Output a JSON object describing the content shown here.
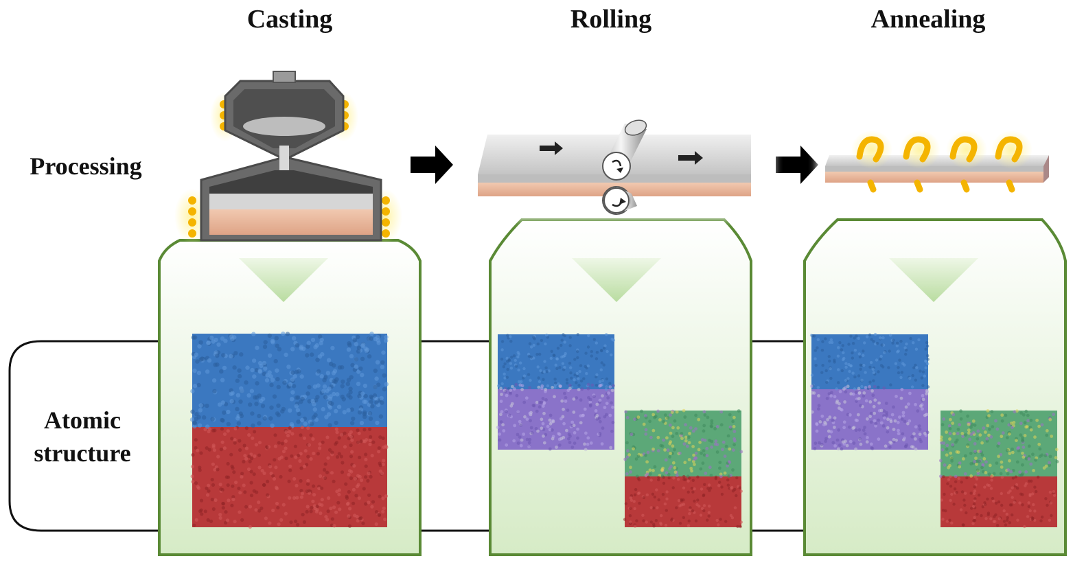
{
  "stages": [
    {
      "key": "casting",
      "title": "Casting"
    },
    {
      "key": "rolling",
      "title": "Rolling"
    },
    {
      "key": "annealing",
      "title": "Annealing"
    }
  ],
  "rows": {
    "processing": "Processing",
    "atomic_structure": "Atomic\nstructure"
  },
  "colors": {
    "panel_border": "#5a8a35",
    "panel_fill_bottom": "#d7ebc8",
    "copper": "#e9b59a",
    "steel": "#c9c9c9",
    "mold_dark": "#5f5f5f",
    "heater": "#f4b400",
    "atom_blue": "#3b78c0",
    "atom_red": "#b8393a",
    "atom_purple": "#8a73c9",
    "atom_green": "#5ca878",
    "atom_yellow": "#e1d35a"
  },
  "icons": [
    "right-arrow-icon",
    "roller-icon",
    "heater-coil-icon",
    "mold-icon"
  ]
}
